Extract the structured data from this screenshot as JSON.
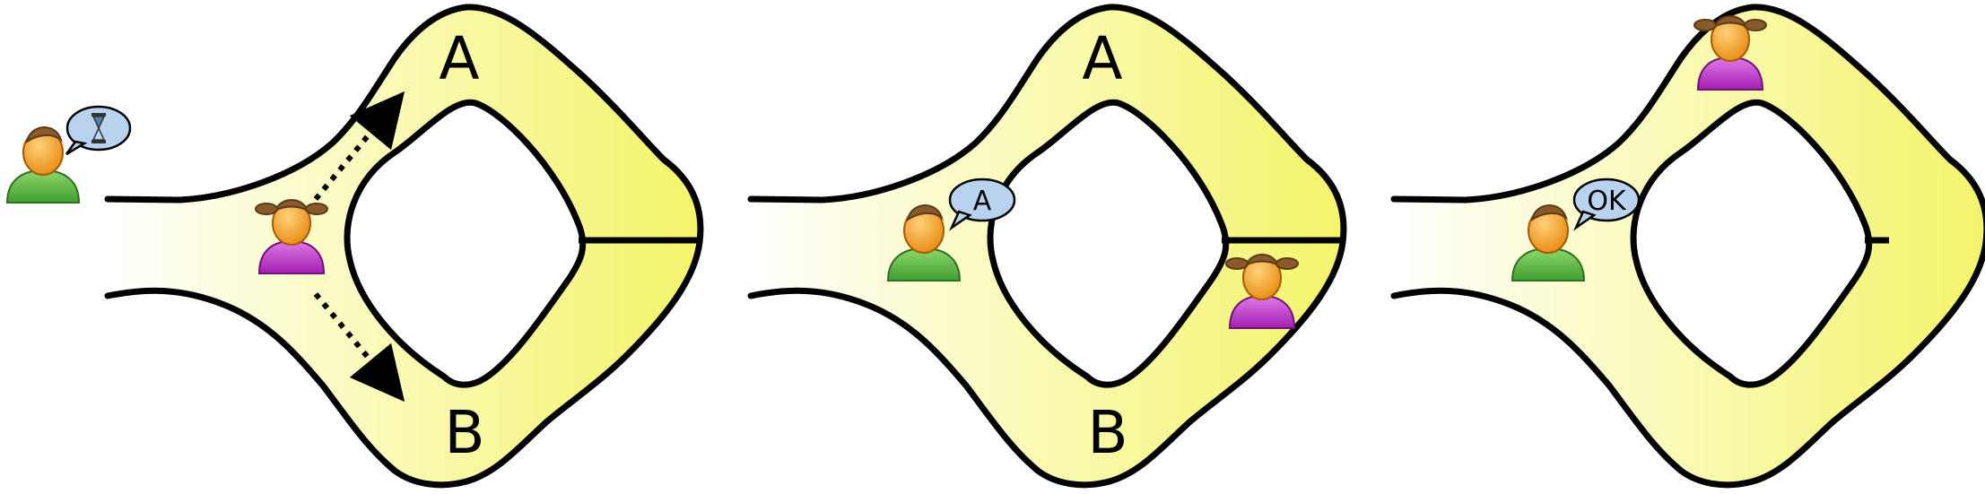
{
  "panels": [
    {
      "id": "panel-1",
      "labels": {
        "top": "A",
        "bottom": "B"
      },
      "bubble_icon": "hourglass-icon"
    },
    {
      "id": "panel-2",
      "labels": {
        "top": "A",
        "bottom": "B"
      },
      "bubble_text": "A"
    },
    {
      "id": "panel-3",
      "bubble_text": "OK"
    }
  ],
  "colors": {
    "cave_fill": "#f7f77a",
    "cave_fill_light": "#ffffee",
    "outline": "#000000",
    "bubble": "#b9d3ee",
    "male_shirt": "#4cae3c",
    "female_shirt": "#b82cc2",
    "skin": "#f0a02a",
    "hair": "#8a5a2b"
  }
}
